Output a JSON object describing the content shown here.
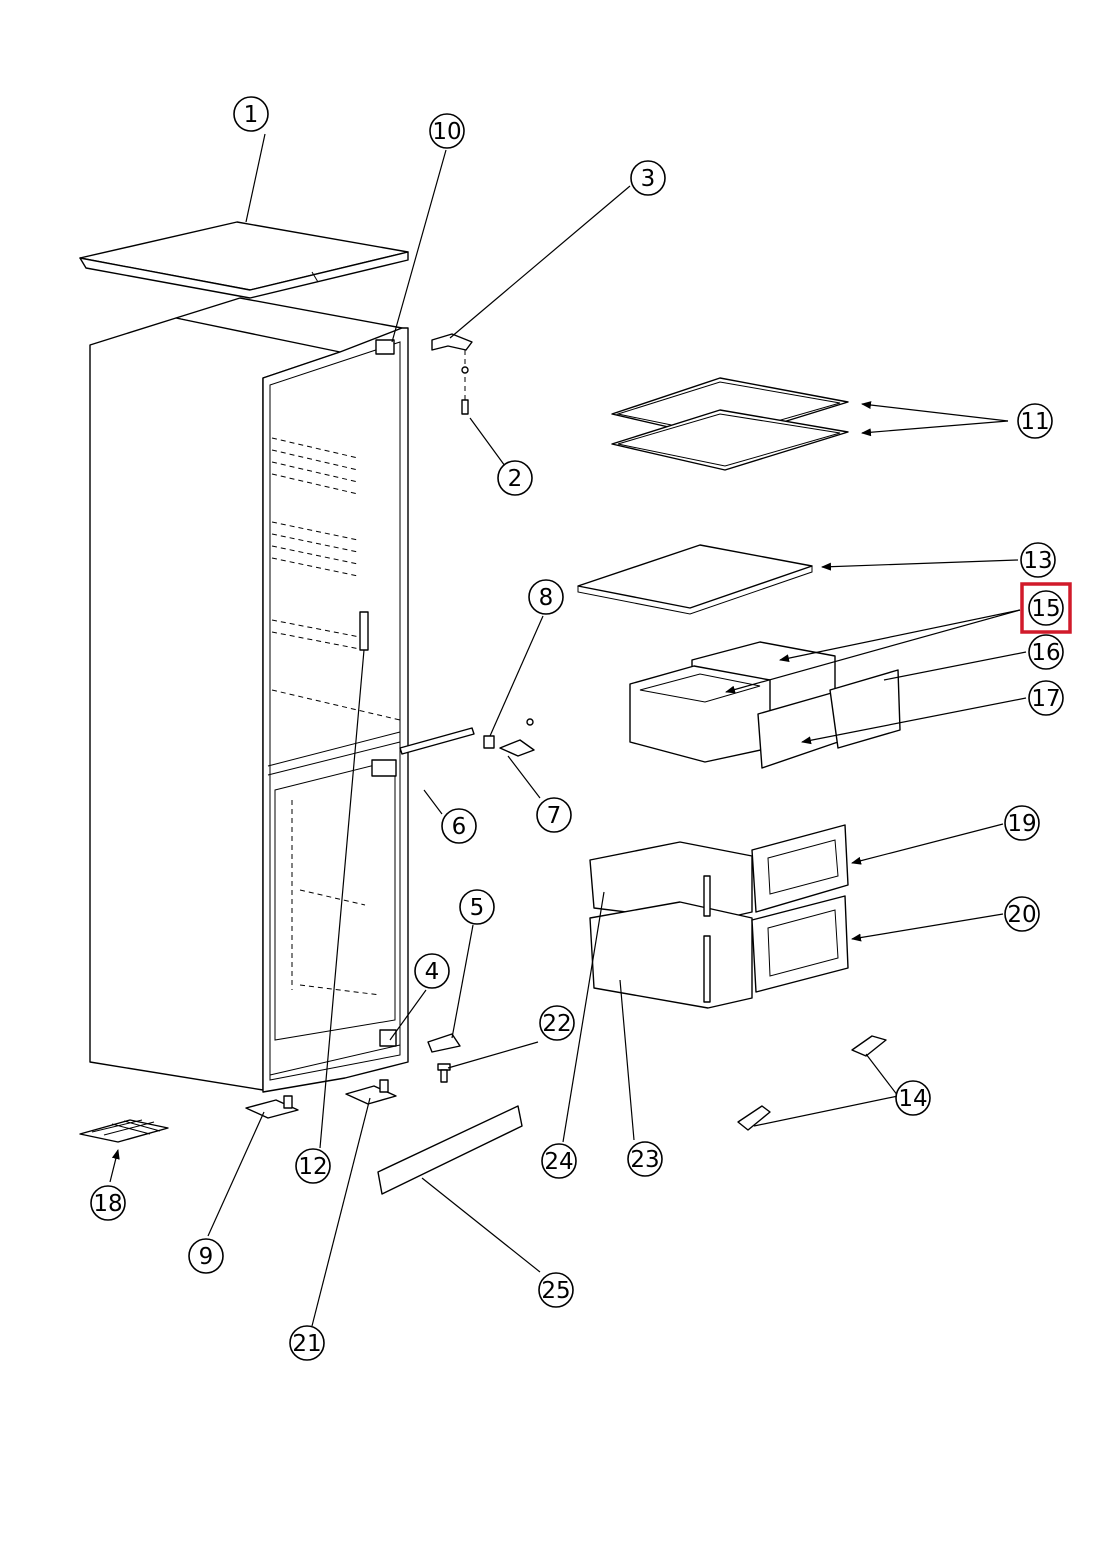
{
  "diagram": {
    "callouts": [
      {
        "id": "1",
        "label": "1"
      },
      {
        "id": "2",
        "label": "2"
      },
      {
        "id": "3",
        "label": "3"
      },
      {
        "id": "4",
        "label": "4"
      },
      {
        "id": "5",
        "label": "5"
      },
      {
        "id": "6",
        "label": "6"
      },
      {
        "id": "7",
        "label": "7"
      },
      {
        "id": "8",
        "label": "8"
      },
      {
        "id": "9",
        "label": "9"
      },
      {
        "id": "10",
        "label": "10"
      },
      {
        "id": "11",
        "label": "11"
      },
      {
        "id": "12",
        "label": "12"
      },
      {
        "id": "13",
        "label": "13"
      },
      {
        "id": "14",
        "label": "14"
      },
      {
        "id": "15",
        "label": "15"
      },
      {
        "id": "16",
        "label": "16"
      },
      {
        "id": "17",
        "label": "17"
      },
      {
        "id": "18",
        "label": "18"
      },
      {
        "id": "19",
        "label": "19"
      },
      {
        "id": "20",
        "label": "20"
      },
      {
        "id": "21",
        "label": "21"
      },
      {
        "id": "22",
        "label": "22"
      },
      {
        "id": "23",
        "label": "23"
      },
      {
        "id": "24",
        "label": "24"
      },
      {
        "id": "25",
        "label": "25"
      }
    ],
    "highlighted_callout": "15",
    "highlight_color": "#d11a2a"
  }
}
